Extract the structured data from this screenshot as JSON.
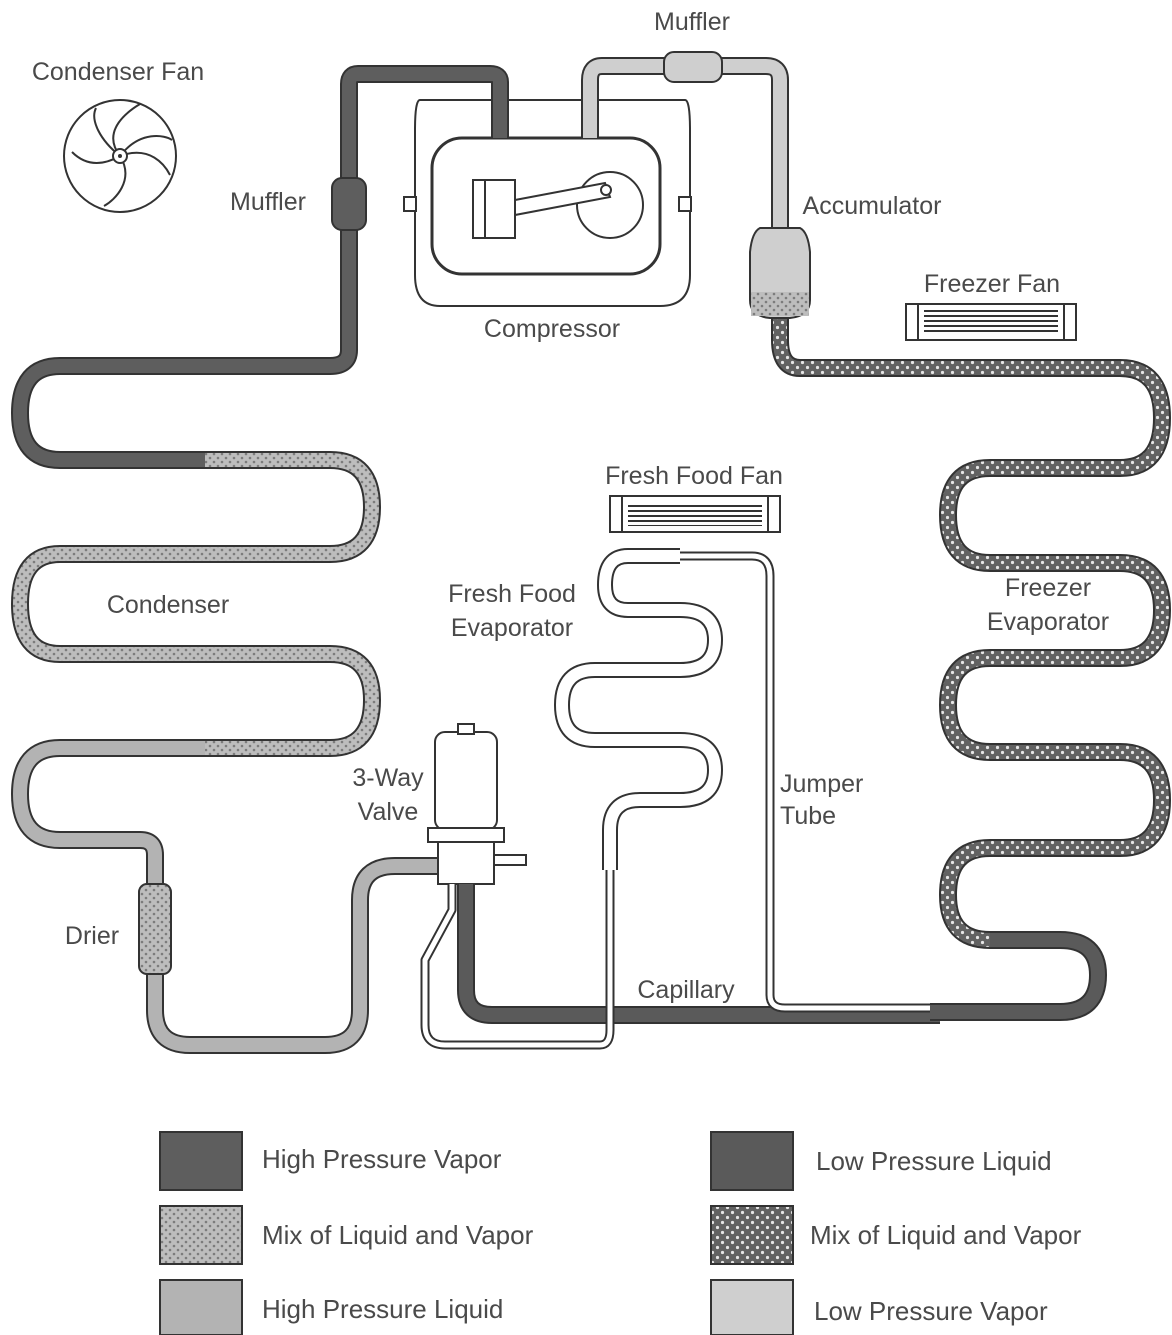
{
  "labels": {
    "condenser_fan": "Condenser Fan",
    "muffler_left": "Muffler",
    "muffler_top": "Muffler",
    "compressor": "Compressor",
    "accumulator": "Accumulator",
    "freezer_fan": "Freezer Fan",
    "fresh_food_fan": "Fresh Food Fan",
    "fresh_food_evaporator_line1": "Fresh Food",
    "fresh_food_evaporator_line2": "Evaporator",
    "freezer_evaporator_line1": "Freezer",
    "freezer_evaporator_line2": "Evaporator",
    "condenser": "Condenser",
    "three_way_valve_line1": "3-Way",
    "three_way_valve_line2": "Valve",
    "jumper_tube_line1": "Jumper",
    "jumper_tube_line2": "Tube",
    "drier": "Drier",
    "capillary": "Capillary"
  },
  "legend": {
    "high_pressure_vapor": "High Pressure Vapor",
    "high_mix": "Mix of Liquid and Vapor",
    "high_pressure_liquid": "High Pressure Liquid",
    "low_pressure_liquid": "Low Pressure Liquid",
    "low_mix": "Mix of Liquid and Vapor",
    "low_pressure_vapor": "Low Pressure Vapor"
  },
  "colors": {
    "high_pressure_vapor": "#5e5e5e",
    "high_mix": "#b6b6b6",
    "high_pressure_liquid": "#b3b3b3",
    "low_pressure_liquid": "#5a5a5a",
    "low_mix": "#6e6e6e",
    "low_pressure_vapor": "#cfcfcf",
    "outline": "#333333"
  }
}
